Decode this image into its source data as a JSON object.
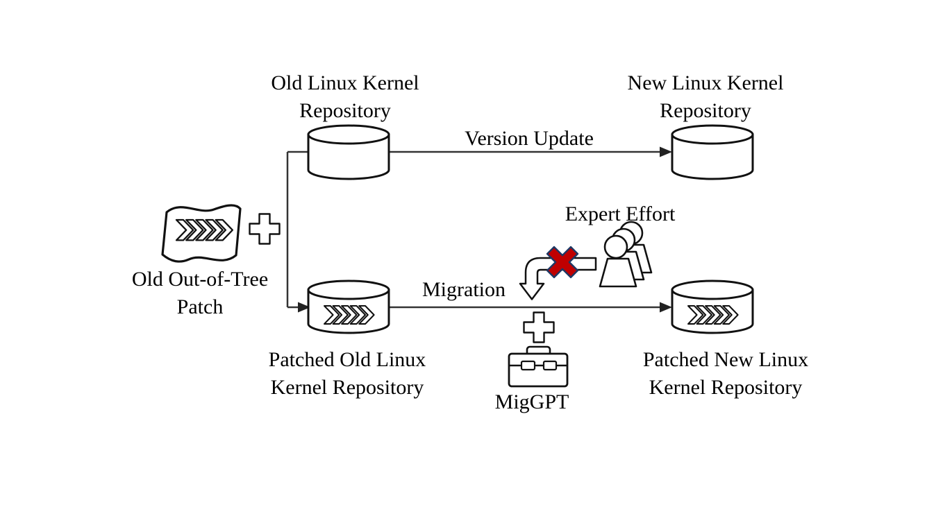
{
  "figure": {
    "title": "MigGPT out-of-tree patch migration overview diagram",
    "background": "#ffffff",
    "text_color": "#000000",
    "line_color": "#333333",
    "shape_stroke": "#111111",
    "cross_fill": "#c00000",
    "cross_stroke": "#1f3864"
  },
  "labels": {
    "old_repo": "Old Linux Kernel\nRepository",
    "new_repo": "New Linux Kernel\nRepository",
    "patched_old_repo": "Patched Old Linux\nKernel Repository",
    "patched_new_repo": "Patched New Linux\nKernel Repository",
    "old_patch": "Old Out-of-Tree\nPatch",
    "version_update": "Version Update",
    "migration": "Migration",
    "expert_effort": "Expert Effort",
    "miggpt": "MigGPT"
  },
  "icons": {
    "old_repo": "database-icon",
    "new_repo": "database-icon",
    "patched_old_repo": "patched-database-icon",
    "patched_new_repo": "patched-database-icon",
    "old_patch": "patch-flag-icon",
    "combine_top": "plus-icon",
    "combine_bottom": "plus-icon",
    "expert_effort": "experts-icon",
    "expert_path": "elbow-down-arrow-icon",
    "rejected": "red-cross-icon",
    "miggpt": "toolbox-icon"
  }
}
